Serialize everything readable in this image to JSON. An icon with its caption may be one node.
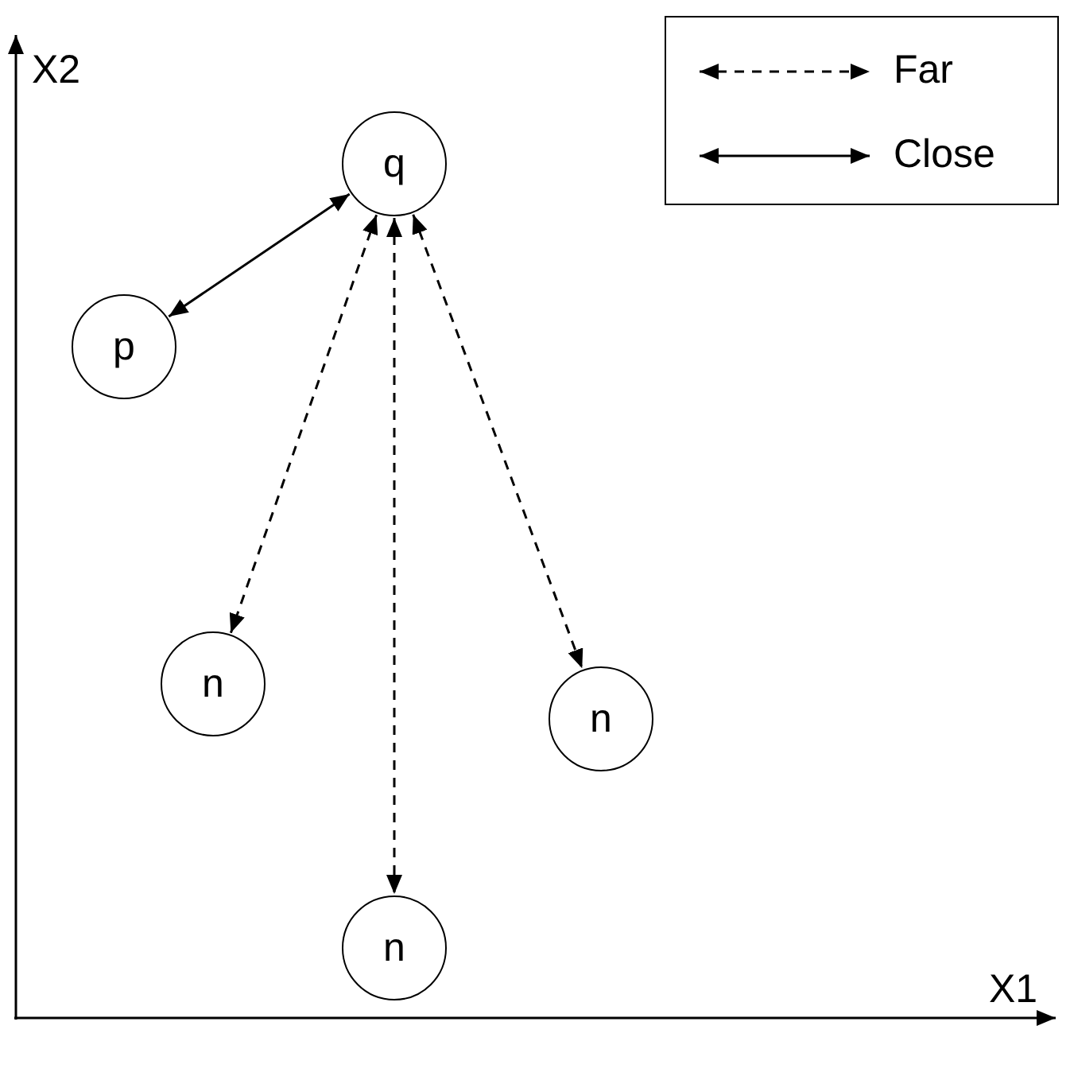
{
  "diagram": {
    "nodes": [
      {
        "text": [
          "q"
        ]
      },
      {
        "text": [
          "p"
        ]
      },
      {
        "text": [
          "n"
        ]
      },
      {
        "text": [
          "n"
        ]
      },
      {
        "text": [
          "n"
        ]
      }
    ],
    "edges": [
      {
        "from": 0,
        "to": 1,
        "arrow": "both"
      },
      {
        "from": 0,
        "to": 2,
        "arrow": "both",
        "style": "dashed"
      },
      {
        "from": 0,
        "to": 4,
        "arrow": "both",
        "style": "dashed"
      },
      {
        "from": 0,
        "to": 3,
        "arrow": "both",
        "style": "dashed"
      }
    ],
    "labels": [
      "X2",
      "X1"
    ],
    "legend": [
      {
        "text": "Far"
      },
      {
        "text": "Close"
      }
    ]
  }
}
